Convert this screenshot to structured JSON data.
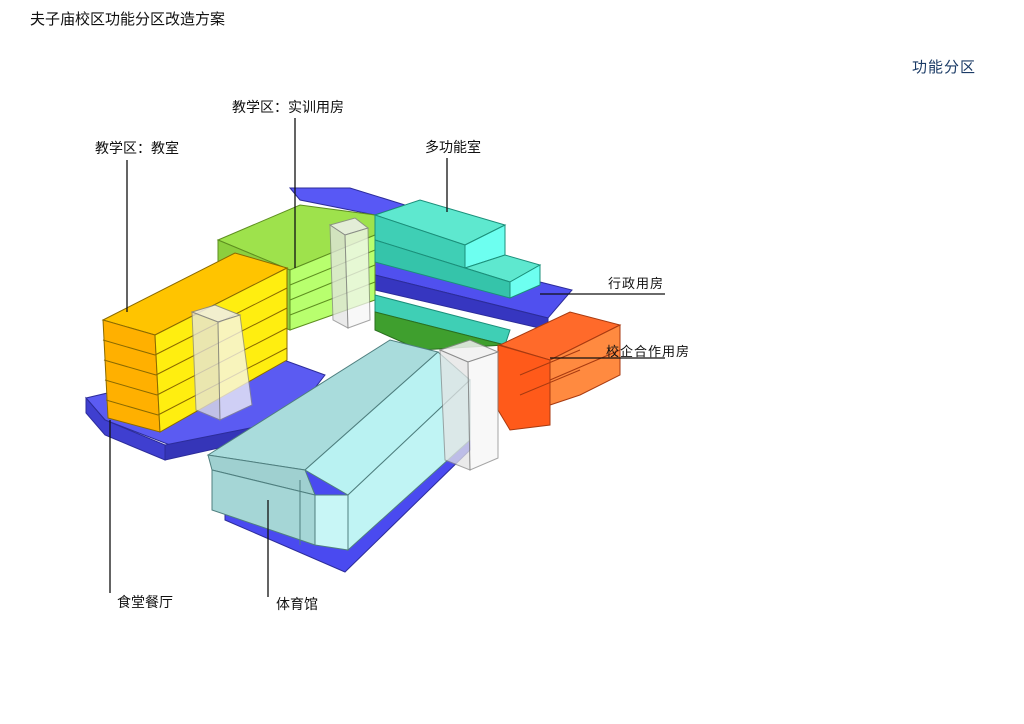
{
  "header": {
    "title": "夫子庙校区功能分区改造方案",
    "section": "功能分区"
  },
  "labels": {
    "classroom": "教学区：教室",
    "training": "教学区：实训用房",
    "multi": "多功能室",
    "admin": "行政用房",
    "enterprise": "校企合作用房",
    "canteen": "食堂餐厅",
    "gym": "体育馆"
  },
  "colors": {
    "classroom": "#ffe600",
    "training": "#a6f25c",
    "multi": "#3fe0c0",
    "admin": "#4a4af0",
    "enterprise": "#ff6a2a",
    "canteen": "#4a4af0",
    "gym": "#a8dcdc"
  }
}
